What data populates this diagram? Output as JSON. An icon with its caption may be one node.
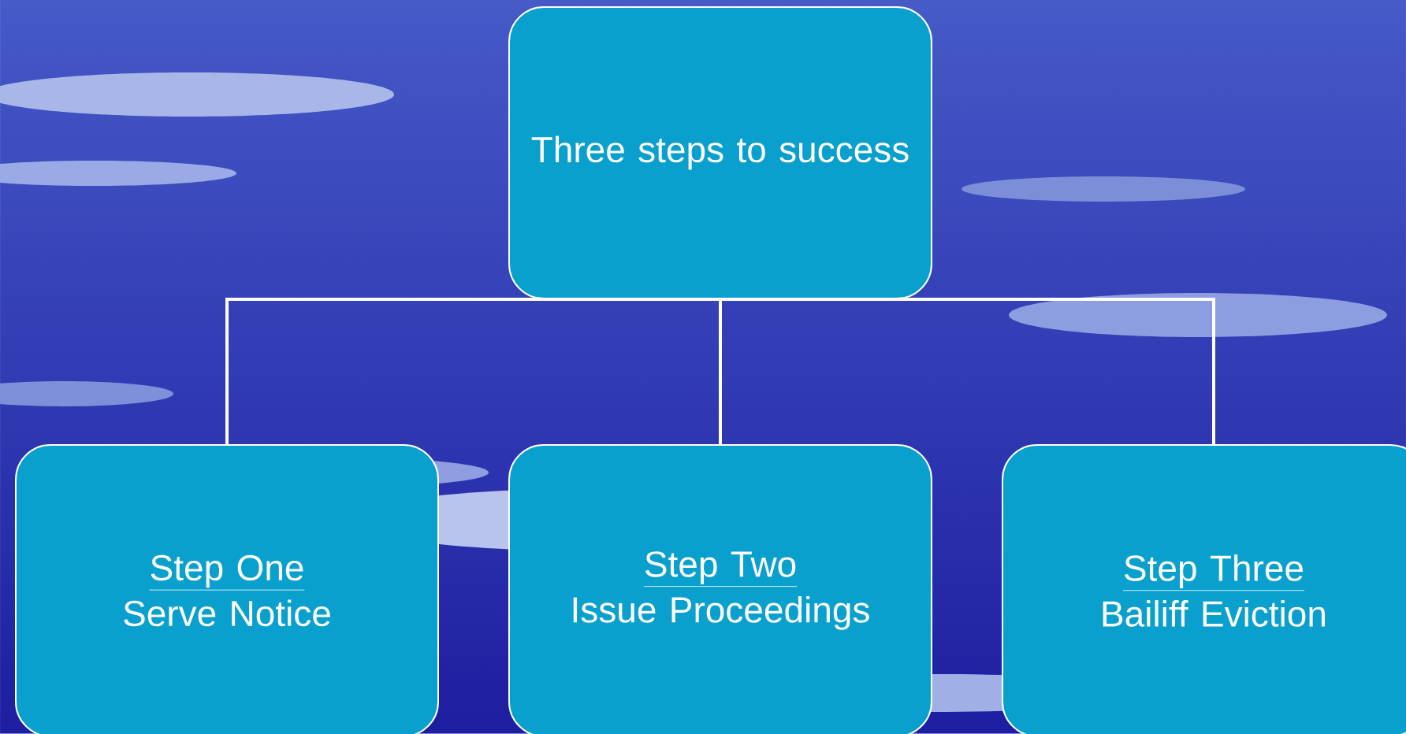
{
  "diagram": {
    "nodes": [
      {
        "text": [
          "Three steps to success"
        ]
      },
      {
        "text": [
          "Step One",
          "Serve Notice"
        ]
      },
      {
        "text": [
          "Step Two",
          "Issue Proceedings"
        ]
      },
      {
        "text": [
          "Step Three",
          "Bailiff Eviction"
        ]
      }
    ],
    "edges": [
      {
        "from": 0,
        "to": 1,
        "arrow": "none"
      },
      {
        "from": 0,
        "to": 2,
        "arrow": "none"
      },
      {
        "from": 0,
        "to": 3,
        "arrow": "none"
      }
    ]
  }
}
